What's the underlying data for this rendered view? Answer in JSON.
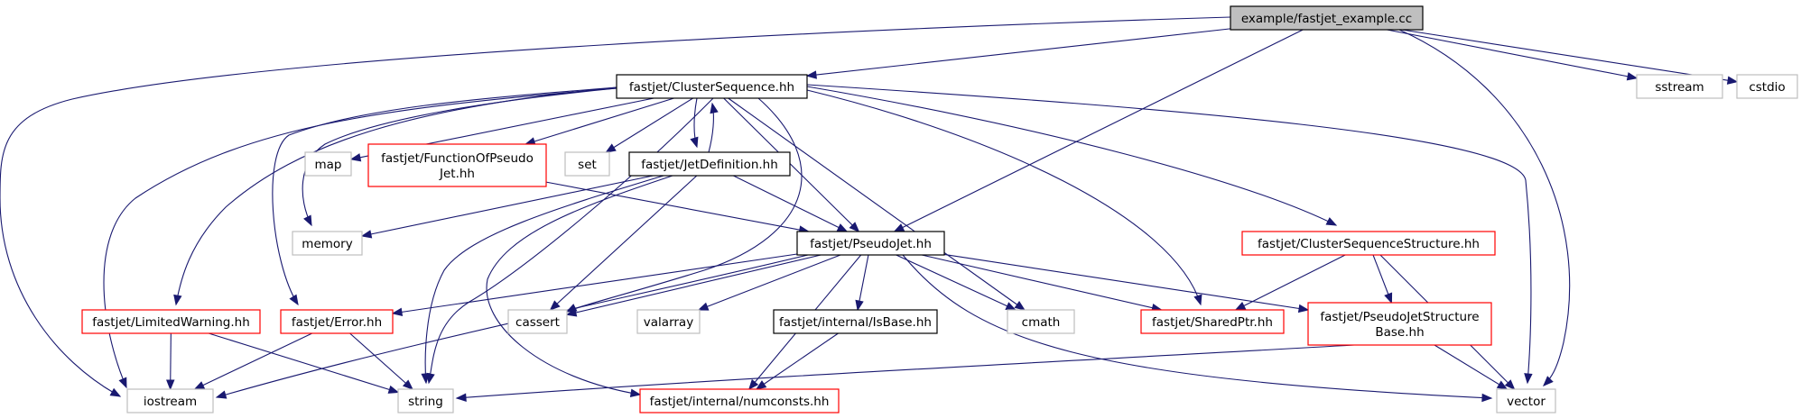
{
  "diagram": {
    "type": "include-dependency-graph",
    "colors": {
      "edge": "#191970",
      "root_fill": "#bfbfbf",
      "documented_border": "#000000",
      "incomplete_border": "#ff0000",
      "external_border": "#bfbfbf"
    },
    "nodes": [
      {
        "id": "root",
        "label": "example/fastjet_example.cc",
        "kind": "root"
      },
      {
        "id": "cs",
        "label": "fastjet/ClusterSequence.hh",
        "kind": "documented"
      },
      {
        "id": "sstream",
        "label": "sstream",
        "kind": "external"
      },
      {
        "id": "cstdio",
        "label": "cstdio",
        "kind": "external"
      },
      {
        "id": "map",
        "label": "map",
        "kind": "external"
      },
      {
        "id": "fopj",
        "label": "fastjet/FunctionOfPseudo\nJet.hh",
        "kind": "incomplete"
      },
      {
        "id": "set",
        "label": "set",
        "kind": "external"
      },
      {
        "id": "jd",
        "label": "fastjet/JetDefinition.hh",
        "kind": "documented"
      },
      {
        "id": "memory",
        "label": "memory",
        "kind": "external"
      },
      {
        "id": "pj",
        "label": "fastjet/PseudoJet.hh",
        "kind": "documented"
      },
      {
        "id": "css",
        "label": "fastjet/ClusterSequenceStructure.hh",
        "kind": "incomplete"
      },
      {
        "id": "lw",
        "label": "fastjet/LimitedWarning.hh",
        "kind": "incomplete"
      },
      {
        "id": "err",
        "label": "fastjet/Error.hh",
        "kind": "incomplete"
      },
      {
        "id": "cassert",
        "label": "cassert",
        "kind": "external"
      },
      {
        "id": "valarray",
        "label": "valarray",
        "kind": "external"
      },
      {
        "id": "isbase",
        "label": "fastjet/internal/IsBase.hh",
        "kind": "documented"
      },
      {
        "id": "cmath",
        "label": "cmath",
        "kind": "external"
      },
      {
        "id": "sptr",
        "label": "fastjet/SharedPtr.hh",
        "kind": "incomplete"
      },
      {
        "id": "pjsb",
        "label": "fastjet/PseudoJetStructure\nBase.hh",
        "kind": "incomplete"
      },
      {
        "id": "iostream",
        "label": "iostream",
        "kind": "external"
      },
      {
        "id": "string",
        "label": "string",
        "kind": "external"
      },
      {
        "id": "numconsts",
        "label": "fastjet/internal/numconsts.hh",
        "kind": "incomplete"
      },
      {
        "id": "vector",
        "label": "vector",
        "kind": "external"
      }
    ],
    "edges": [
      [
        "root",
        "cs"
      ],
      [
        "root",
        "iostream"
      ],
      [
        "root",
        "pj"
      ],
      [
        "root",
        "sstream"
      ],
      [
        "root",
        "cstdio"
      ],
      [
        "root",
        "vector"
      ],
      [
        "cs",
        "map"
      ],
      [
        "cs",
        "fopj"
      ],
      [
        "cs",
        "set"
      ],
      [
        "cs",
        "jd"
      ],
      [
        "cs",
        "memory"
      ],
      [
        "cs",
        "pj"
      ],
      [
        "cs",
        "css"
      ],
      [
        "cs",
        "lw"
      ],
      [
        "cs",
        "err"
      ],
      [
        "cs",
        "cassert"
      ],
      [
        "cs",
        "cmath"
      ],
      [
        "cs",
        "sptr"
      ],
      [
        "cs",
        "iostream"
      ],
      [
        "cs",
        "string"
      ],
      [
        "cs",
        "vector"
      ],
      [
        "jd",
        "cs"
      ],
      [
        "jd",
        "memory"
      ],
      [
        "jd",
        "pj"
      ],
      [
        "jd",
        "cassert"
      ],
      [
        "jd",
        "string"
      ],
      [
        "jd",
        "numconsts"
      ],
      [
        "fopj",
        "pj"
      ],
      [
        "pj",
        "err"
      ],
      [
        "pj",
        "cassert"
      ],
      [
        "pj",
        "valarray"
      ],
      [
        "pj",
        "isbase"
      ],
      [
        "pj",
        "cmath"
      ],
      [
        "pj",
        "sptr"
      ],
      [
        "pj",
        "pjsb"
      ],
      [
        "pj",
        "iostream"
      ],
      [
        "pj",
        "numconsts"
      ],
      [
        "pj",
        "vector"
      ],
      [
        "css",
        "sptr"
      ],
      [
        "css",
        "pjsb"
      ],
      [
        "css",
        "vector"
      ],
      [
        "lw",
        "iostream"
      ],
      [
        "lw",
        "string"
      ],
      [
        "err",
        "iostream"
      ],
      [
        "err",
        "string"
      ],
      [
        "isbase",
        "numconsts"
      ],
      [
        "pjsb",
        "string"
      ],
      [
        "pjsb",
        "vector"
      ]
    ]
  }
}
